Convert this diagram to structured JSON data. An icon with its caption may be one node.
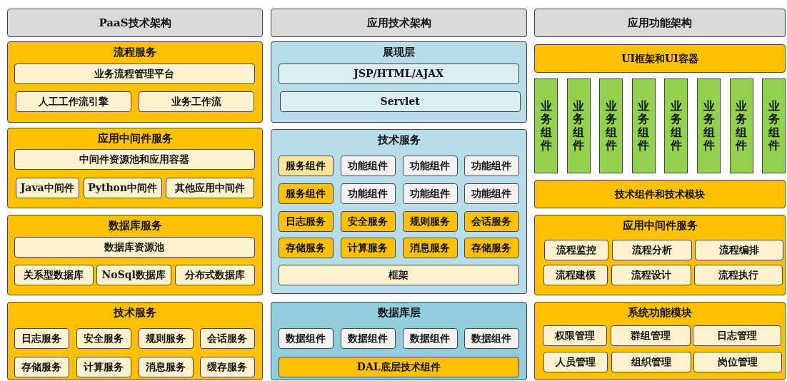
{
  "diagram": {
    "nodes": [
      {
        "text": [
          "PaaS技术架构"
        ]
      },
      {
        "text": [
          "流程服务"
        ]
      },
      {
        "text": [
          "业务流程管理平台"
        ],
        "in": 1
      },
      {
        "text": [
          "人工工作流引擎"
        ],
        "in": 1
      },
      {
        "text": [
          "业务工作流"
        ],
        "in": 1
      },
      {
        "text": [
          "应用中间件服务"
        ]
      },
      {
        "text": [
          "中间件资源池和应用容器"
        ],
        "in": 5
      },
      {
        "text": [
          "Java中间件"
        ],
        "in": 5
      },
      {
        "text": [
          "Python中间件"
        ],
        "in": 5
      },
      {
        "text": [
          "其他应用中间件"
        ],
        "in": 5
      },
      {
        "text": [
          "数据库服务"
        ]
      },
      {
        "text": [
          "数据库资源池"
        ],
        "in": 10
      },
      {
        "text": [
          "关系型数据库"
        ],
        "in": 10
      },
      {
        "text": [
          "NoSql数据库"
        ],
        "in": 10
      },
      {
        "text": [
          "分布式数据库"
        ],
        "in": 10
      },
      {
        "text": [
          "技术服务"
        ]
      },
      {
        "text": [
          "日志服务"
        ],
        "in": 15
      },
      {
        "text": [
          "安全服务"
        ],
        "in": 15
      },
      {
        "text": [
          "规则服务"
        ],
        "in": 15
      },
      {
        "text": [
          "会话服务"
        ],
        "in": 15
      },
      {
        "text": [
          "存储服务"
        ],
        "in": 15
      },
      {
        "text": [
          "计算服务"
        ],
        "in": 15
      },
      {
        "text": [
          "消息服务"
        ],
        "in": 15
      },
      {
        "text": [
          "缓存服务"
        ],
        "in": 15
      },
      {
        "text": [
          "应用技术架构"
        ]
      },
      {
        "text": [
          "展现层"
        ]
      },
      {
        "text": [
          "JSP/HTML/AJAX"
        ],
        "in": 25
      },
      {
        "text": [
          "Servlet"
        ],
        "in": 25
      },
      {
        "text": [
          "技术服务"
        ]
      },
      {
        "text": [
          "服务组件"
        ],
        "in": 28
      },
      {
        "text": [
          "功能组件"
        ],
        "in": 28
      },
      {
        "text": [
          "功能组件"
        ],
        "in": 28
      },
      {
        "text": [
          "功能组件"
        ],
        "in": 28
      },
      {
        "text": [
          "服务组件"
        ],
        "in": 28
      },
      {
        "text": [
          "功能组件"
        ],
        "in": 28
      },
      {
        "text": [
          "功能组件"
        ],
        "in": 28
      },
      {
        "text": [
          "功能组件"
        ],
        "in": 28
      },
      {
        "text": [
          "日志服务"
        ],
        "in": 28
      },
      {
        "text": [
          "安全服务"
        ],
        "in": 28
      },
      {
        "text": [
          "规则服务"
        ],
        "in": 28
      },
      {
        "text": [
          "会话服务"
        ],
        "in": 28
      },
      {
        "text": [
          "存储服务"
        ],
        "in": 28
      },
      {
        "text": [
          "计算服务"
        ],
        "in": 28
      },
      {
        "text": [
          "消息服务"
        ],
        "in": 28
      },
      {
        "text": [
          "存储服务"
        ],
        "in": 28
      },
      {
        "text": [
          "框架"
        ],
        "in": 28
      },
      {
        "text": [
          "数据库层"
        ]
      },
      {
        "text": [
          "数据组件"
        ],
        "in": 46
      },
      {
        "text": [
          "数据组件"
        ],
        "in": 46
      },
      {
        "text": [
          "数据组件"
        ],
        "in": 46
      },
      {
        "text": [
          "数据组件"
        ],
        "in": 46
      },
      {
        "text": [
          "DAL底层技术组件"
        ],
        "in": 46
      },
      {
        "text": [
          "应用功能架构"
        ]
      },
      {
        "text": [
          "UI框架和UI容器"
        ]
      },
      {
        "text": [
          "业务组件"
        ]
      },
      {
        "text": [
          "业务组件"
        ]
      },
      {
        "text": [
          "业务组件"
        ]
      },
      {
        "text": [
          "业务组件"
        ]
      },
      {
        "text": [
          "业务组件"
        ]
      },
      {
        "text": [
          "业务组件"
        ]
      },
      {
        "text": [
          "业务组件"
        ]
      },
      {
        "text": [
          "业务组件"
        ]
      },
      {
        "text": [
          "技术组件和技术模块"
        ]
      },
      {
        "text": [
          "应用中间件服务"
        ]
      },
      {
        "text": [
          "流程监控"
        ],
        "in": 63
      },
      {
        "text": [
          "流程分析"
        ],
        "in": 63
      },
      {
        "text": [
          "流程编排"
        ],
        "in": 63
      },
      {
        "text": [
          "流程建模"
        ],
        "in": 63
      },
      {
        "text": [
          "流程设计"
        ],
        "in": 63
      },
      {
        "text": [
          "流程执行"
        ],
        "in": 63
      },
      {
        "text": [
          "系统功能模块"
        ]
      },
      {
        "text": [
          "权限管理"
        ],
        "in": 70
      },
      {
        "text": [
          "群组管理"
        ],
        "in": 70
      },
      {
        "text": [
          "日志管理"
        ],
        "in": 70
      },
      {
        "text": [
          "人员管理"
        ],
        "in": 70
      },
      {
        "text": [
          "组织管理"
        ],
        "in": 70
      },
      {
        "text": [
          "岗位管理"
        ],
        "in": 70
      }
    ]
  }
}
